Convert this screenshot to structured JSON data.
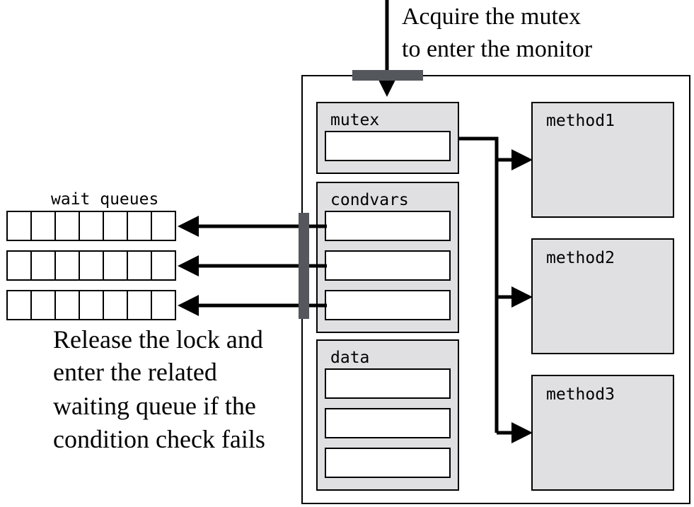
{
  "top_annotation": {
    "line1": "Acquire the mutex",
    "line2": "to enter the monitor"
  },
  "monitor": {
    "mutex": {
      "label": "mutex",
      "slots": 1
    },
    "condvars": {
      "label": "condvars",
      "slots": 3
    },
    "data": {
      "label": "data",
      "slots": 3
    },
    "methods": [
      {
        "label": "method1"
      },
      {
        "label": "method2"
      },
      {
        "label": "method3"
      }
    ]
  },
  "wait_queues": {
    "label": "wait queues",
    "count": 3,
    "cells_per_queue": 7
  },
  "bottom_annotation": {
    "line1": "Release the lock and",
    "line2": "enter the related",
    "line3": "waiting queue if the",
    "line4": "condition check fails"
  },
  "colors": {
    "box_fill": "#e0e0e2",
    "bar": "#54575c",
    "stroke": "#000000",
    "background": "#ffffff"
  }
}
